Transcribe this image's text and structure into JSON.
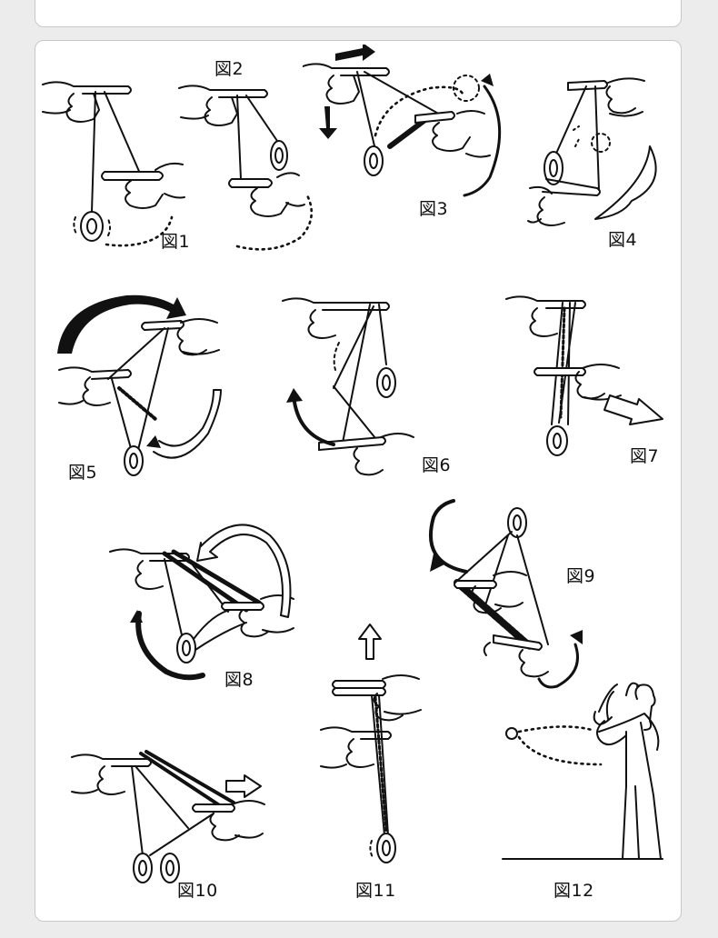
{
  "figures": {
    "f1": {
      "label": "図1"
    },
    "f2": {
      "label": "図2"
    },
    "f3": {
      "label": "図3"
    },
    "f4": {
      "label": "図4"
    },
    "f5": {
      "label": "図5"
    },
    "f6": {
      "label": "図6"
    },
    "f7": {
      "label": "図7"
    },
    "f8": {
      "label": "図8"
    },
    "f9": {
      "label": "図9"
    },
    "f10": {
      "label": "図10"
    },
    "f11": {
      "label": "図11"
    },
    "f12": {
      "label": "図12"
    }
  }
}
